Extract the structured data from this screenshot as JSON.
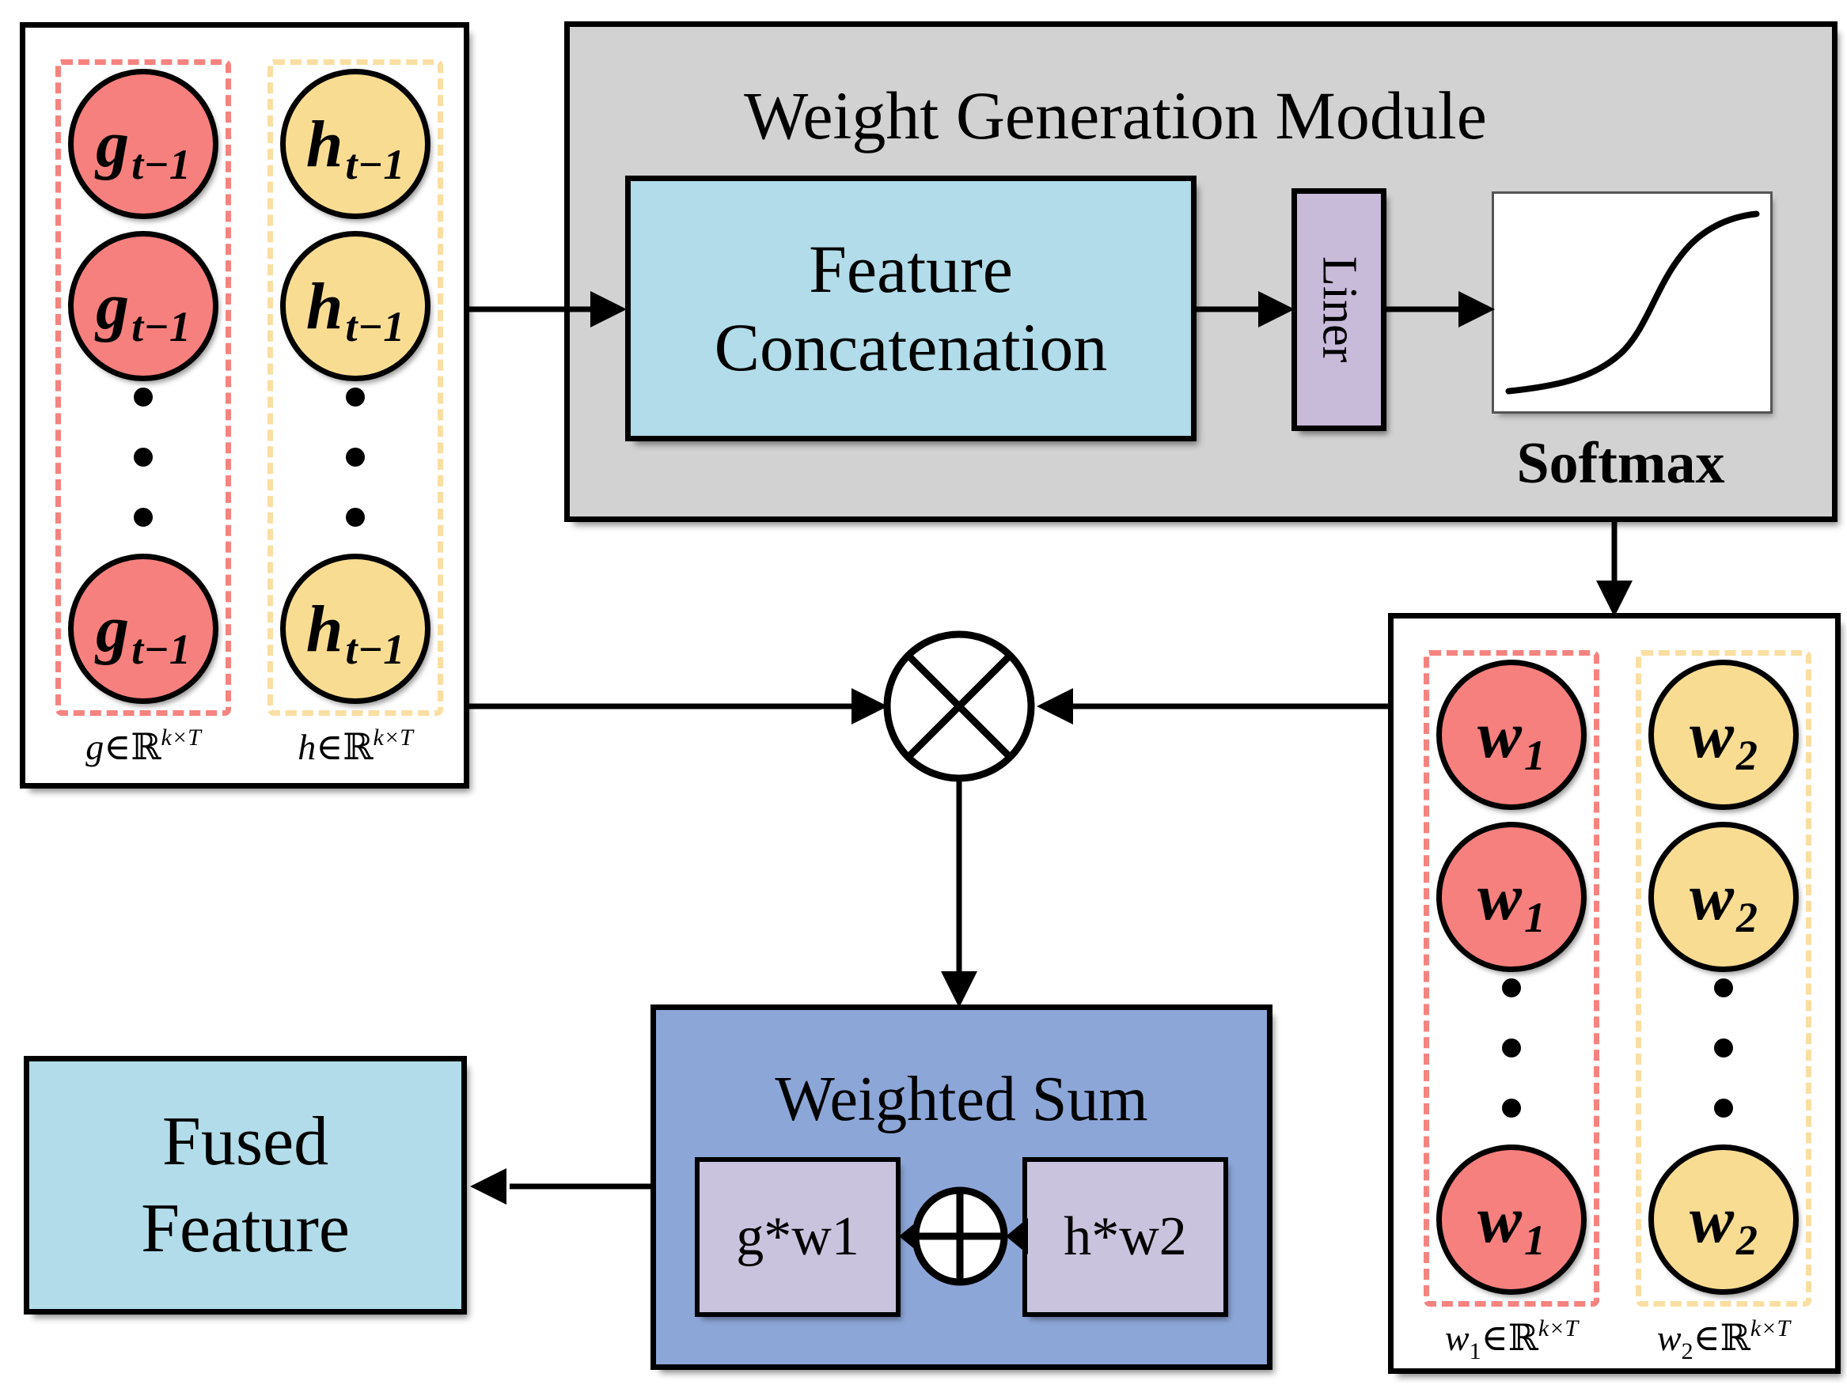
{
  "colors": {
    "red_fill": "#F5807D",
    "red_dash": "#F5837F",
    "yellow_fill": "#F8DC92",
    "yellow_dash": "#FADFA2",
    "module_gray": "#D2D2D2",
    "process_blue": "#B2DCE9",
    "liner_lavender": "#C8BAD9",
    "term_lavender": "#C9C3DD",
    "sum_blue": "#8CA6D8"
  },
  "left_panel": {
    "g_column": {
      "unit": {
        "base": "g",
        "sub": "t−1"
      },
      "label": {
        "base": "g",
        "sub": "",
        "mid": "∈ℝ",
        "sup": "k×T"
      }
    },
    "h_column": {
      "unit": {
        "base": "h",
        "sub": "t−1"
      },
      "label": {
        "base": "h",
        "sub": "",
        "mid": "∈ℝ",
        "sup": "k×T"
      }
    }
  },
  "wgm": {
    "title": "Weight Generation Module",
    "feature_concatenation": {
      "line1": "Feature",
      "line2": "Concatenation"
    },
    "liner": "Liner",
    "softmax": "Softmax"
  },
  "weighted_sum": {
    "title": "Weighted Sum",
    "left_term": "g*w1",
    "right_term": "h*w2"
  },
  "fused_feature": {
    "line1": "Fused",
    "line2": "Feature"
  },
  "right_panel": {
    "w1_column": {
      "unit": {
        "base": "w",
        "sub": "1"
      },
      "label": {
        "base": "w",
        "sub": "1",
        "mid": "∈ℝ",
        "sup": "k×T"
      }
    },
    "w2_column": {
      "unit": {
        "base": "w",
        "sub": "2"
      },
      "label": {
        "base": "w",
        "sub": "2",
        "mid": "∈ℝ",
        "sup": "k×T"
      }
    }
  },
  "icons": {
    "multiply_circle": "⊗",
    "add_circle": "⊕"
  }
}
